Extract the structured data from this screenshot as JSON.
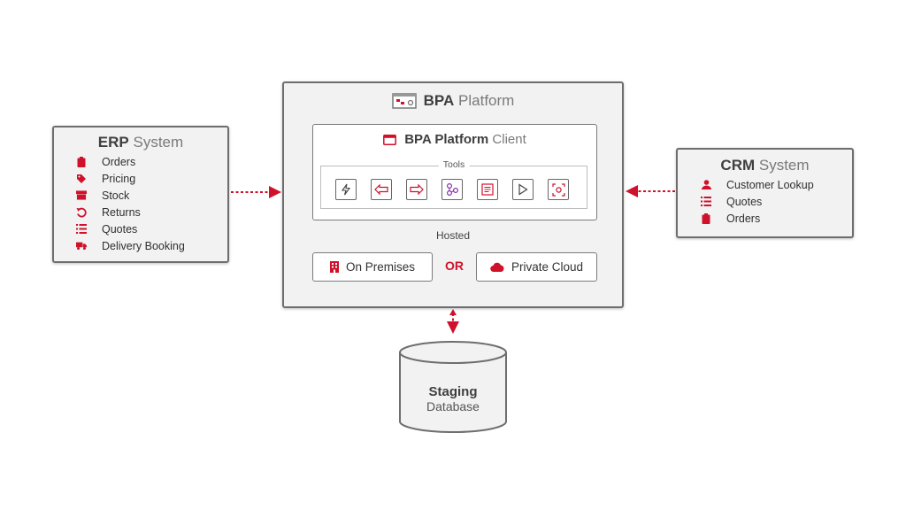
{
  "erp": {
    "title_bold": "ERP",
    "title_light": "System",
    "items": [
      {
        "label": "Orders",
        "icon": "clipboard-icon"
      },
      {
        "label": "Pricing",
        "icon": "tag-icon"
      },
      {
        "label": "Stock",
        "icon": "box-icon"
      },
      {
        "label": "Returns",
        "icon": "undo-icon"
      },
      {
        "label": "Quotes",
        "icon": "list-icon"
      },
      {
        "label": "Delivery Booking",
        "icon": "truck-icon"
      }
    ]
  },
  "crm": {
    "title_bold": "CRM",
    "title_light": "System",
    "items": [
      {
        "label": "Customer Lookup",
        "icon": "user-icon"
      },
      {
        "label": "Quotes",
        "icon": "list-icon"
      },
      {
        "label": "Orders",
        "icon": "clipboard-icon"
      }
    ]
  },
  "platform": {
    "title_bold": "BPA",
    "title_light": "Platform",
    "client": {
      "title_bold": "BPA Platform",
      "title_light": "Client",
      "tools_label": "Tools",
      "tools": [
        "lightning-icon",
        "arrow-left-icon",
        "arrow-right-icon",
        "workflow-icon",
        "document-icon",
        "play-icon",
        "focus-icon"
      ]
    },
    "hosted_label": "Hosted",
    "on_premises": "On Premises",
    "or_label": "OR",
    "private_cloud": "Private Cloud"
  },
  "database": {
    "line1": "Staging",
    "line2": "Database"
  },
  "colors": {
    "accent": "#d0112b",
    "border": "#6e6e6e",
    "panel": "#f2f2f2"
  }
}
